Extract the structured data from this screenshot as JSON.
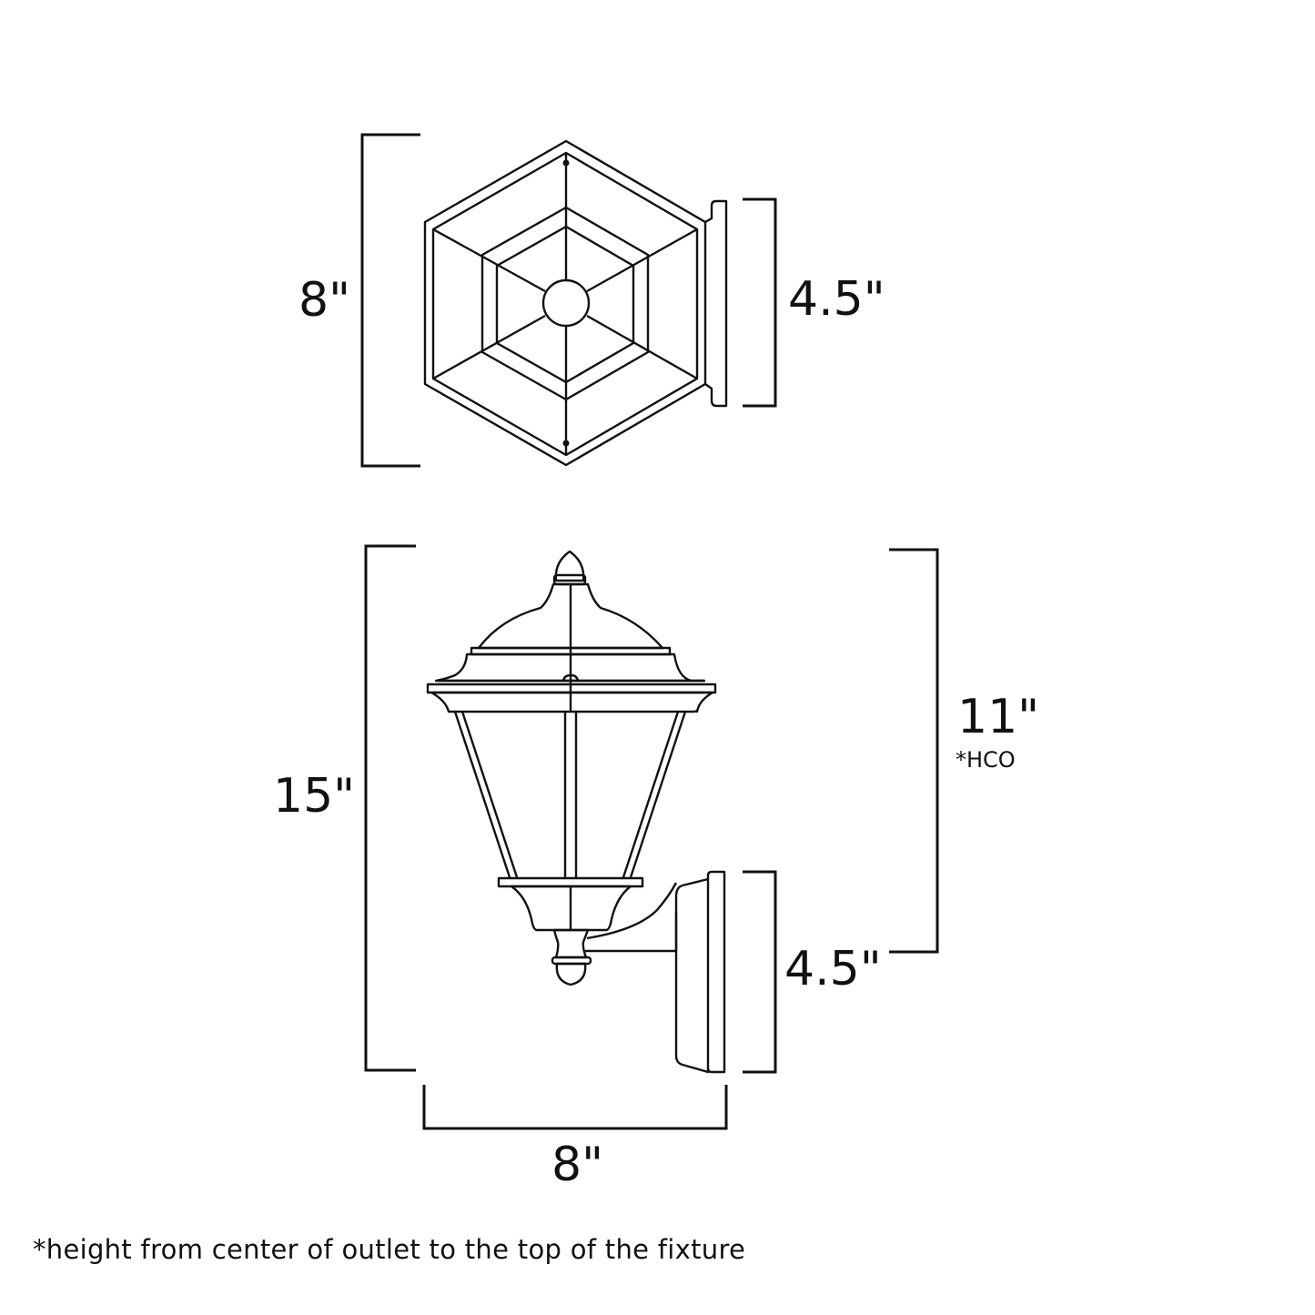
{
  "diagram": {
    "type": "dimension-drawing",
    "subject": "wall-mount outdoor lantern fixture",
    "top_view": {
      "overall_height_label": "8\"",
      "backplate_height_label": "4.5\""
    },
    "side_view": {
      "overall_height_label": "15\"",
      "hco_label": "11\"",
      "hco_note": "*HCO",
      "backplate_height_label": "4.5\"",
      "width_label": "8\""
    },
    "footnote": "*height from center of outlet to the top of the fixture",
    "colors": {
      "line": "#111111",
      "background": "#ffffff"
    }
  }
}
